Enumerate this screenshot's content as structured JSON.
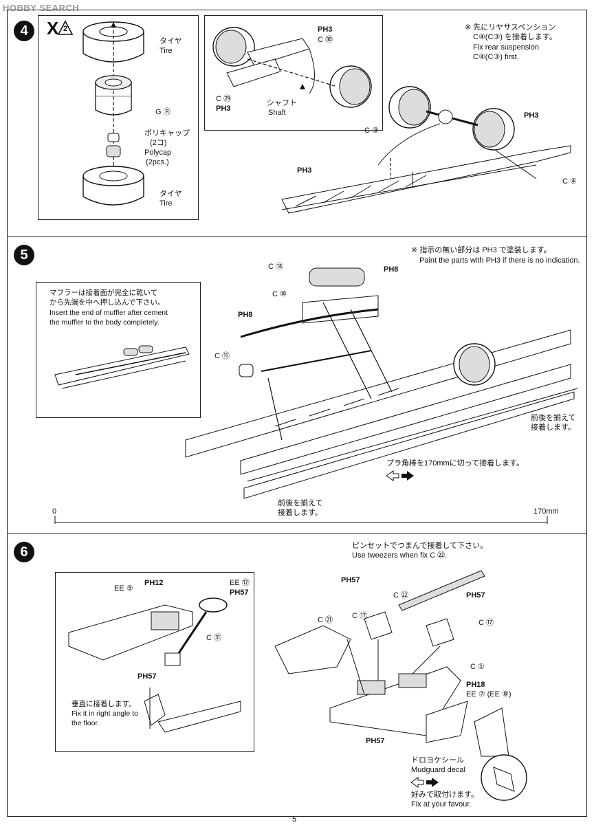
{
  "watermark": "HOBBY SEARCH",
  "page_number": "5",
  "step4": {
    "number": "4",
    "times": "X",
    "times_count": "2",
    "tire_jp_top": "タイヤ",
    "tire_en_top": "Tire",
    "wheel_label": "G Ⓡ",
    "polycap_jp": "ポリキャップ",
    "polycap_count_jp": "(2コ)",
    "polycap_en": "Polycap",
    "polycap_count_en": "(2pcs.)",
    "tire_jp_bottom": "タイヤ",
    "tire_en_bottom": "Tire",
    "inset_ph3_a": "PH3",
    "inset_c30": "C ㉚",
    "inset_c29": "C ㉙",
    "inset_ph3_b": "PH3",
    "shaft_jp": "シャフト",
    "shaft_en": "Shaft",
    "note_jp_1": "※ 先にリヤサスペンション",
    "note_jp_2": "C④(C③) を接着します。",
    "note_en_1": "Fix rear suspension",
    "note_en_2": "C④(C③) first.",
    "c3": "C ③",
    "ph3_right": "PH3",
    "ph3_left": "PH3",
    "c4": "C ④"
  },
  "step5": {
    "number": "5",
    "note_jp": "※ 指示の無い部分は PH3 で塗装します。",
    "note_en": "Paint the parts with PH3 if there is no indication.",
    "c18": "C ⑱",
    "ph8_a": "PH8",
    "c10": "C ⑩",
    "ph8_b": "PH8",
    "c11": "C ⑪",
    "inset_jp_1": "マフラーは接着面が完全に乾いて",
    "inset_jp_2": "から先端を中へ押し込んで下さい。",
    "inset_en_1": "Insert the end of muffler after cement",
    "inset_en_2": "the muffler to the body completely.",
    "align_jp_right_1": "前後を揃えて",
    "align_jp_right_2": "接着します。",
    "plastic_bar_jp": "プラ角棒を170mmに切って接着します。",
    "align_jp_left_1": "前後を揃えて",
    "align_jp_left_2": "接着します。",
    "scale_start": "0",
    "scale_end": "170mm"
  },
  "step6": {
    "number": "6",
    "tweezers_jp": "ピンセットでつまんで接着して下さい。",
    "tweezers_en": "Use tweezers when fix C ㉒.",
    "ee5": "EE ⑤",
    "ph12": "PH12",
    "ee12": "EE ⑫",
    "ph57_a": "PH57",
    "c31": "C ㉛",
    "ph57_b": "PH57",
    "vertical_jp": "垂直に接着します。",
    "vertical_en_1": "Fix it in right angle to",
    "vertical_en_2": "the floor.",
    "ph57_c": "PH57",
    "c22": "C ㉒",
    "ph57_d": "PH57",
    "c21": "C ㉑",
    "c17_a": "C ⑰",
    "c17_b": "C ⑰",
    "c1": "C ①",
    "ph18": "PH18",
    "ee7": "EE ⑦ (EE ⑧)",
    "ph57_e": "PH57",
    "mudguard_jp": "ドロヨケシール",
    "mudguard_en": "Mudguard decal",
    "favour_jp": "好みで取付けます。",
    "favour_en": "Fix at your favour."
  }
}
